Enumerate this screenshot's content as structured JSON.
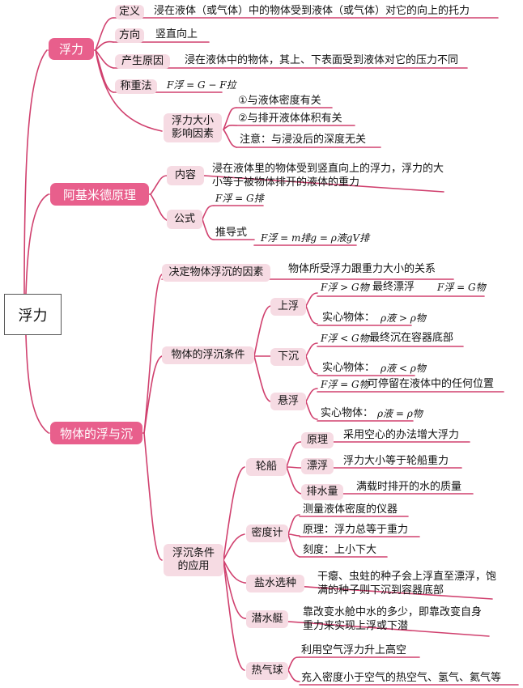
{
  "root": "浮力",
  "b1": {
    "title": "浮力",
    "def_label": "定义",
    "def_text": "浸在液体（或气体）中的物体受到液体（或气体）对它的向上的托力",
    "dir_label": "方向",
    "dir_text": "竖直向上",
    "cause_label": "产生原因",
    "cause_text": "浸在液体中的物体，其上、下表面受到液体对它的压力不同",
    "weigh_label": "称重法",
    "weigh_formula": "F浮 = G − F拉",
    "factor_label": "浮力大小影响因素",
    "factor_1": "①与液体密度有关",
    "factor_2": "②与排开液体体积有关",
    "factor_note": "注意：与浸没后的深度无关"
  },
  "b2": {
    "title": "阿基米德原理",
    "content_label": "内容",
    "content_text": "浸在液体里的物体受到竖直向上的浮力，浮力的大小等于被物体排开的液体的重力",
    "formula_label": "公式",
    "formula": "F浮 = G排",
    "derived_label": "推导式",
    "derived_formula": "F浮 = m排g = ρ液gV排"
  },
  "b3": {
    "title": "物体的浮与沉",
    "decide_label": "决定物体浮沉的因素",
    "decide_text": "物体所受浮力跟重力大小的关系",
    "cond_label": "物体的浮沉条件",
    "up_label": "上浮",
    "up_cond": "F浮 > G物",
    "up_final": "最终漂浮",
    "up_final_formula": "F浮 = G物",
    "up_solid": "实心物体：",
    "up_rho": "ρ液 > ρ物",
    "down_label": "下沉",
    "down_cond": "F浮 < G物",
    "down_final": "最终沉在容器底部",
    "down_solid": "实心物体：",
    "down_rho": "ρ液 < ρ物",
    "susp_label": "悬浮",
    "susp_cond": "F浮 = G物",
    "susp_final": "可停留在液体中的任何位置",
    "susp_solid": "实心物体：",
    "susp_rho": "ρ液 = ρ物",
    "app_label": "浮沉条件的应用",
    "ship_label": "轮船",
    "ship_principle_label": "原理",
    "ship_principle": "采用空心的办法增大浮力",
    "ship_float_label": "漂浮",
    "ship_float": "浮力大小等于轮船重力",
    "ship_disp_label": "排水量",
    "ship_disp": "满载时排开的水的质量",
    "hydro_label": "密度计",
    "hydro_1": "测量液体密度的仪器",
    "hydro_2": "原理：浮力总等于重力",
    "hydro_3": "刻度：上小下大",
    "salt_label": "盐水选种",
    "salt_text": "干瘪、虫蛀的种子会上浮直至漂浮，饱满的种子则下沉到容器底部",
    "sub_label": "潜水艇",
    "sub_text": "靠改变水舱中水的多少，即靠改变自身重力来实现上浮或下潜",
    "balloon_label": "热气球",
    "balloon_1": "利用空气浮力升上高空",
    "balloon_2": "充入密度小于空气的热空气、氢气、氦气等"
  },
  "colors": {
    "line": "#d0406e",
    "pill": "#e85f8c",
    "box": "#f6dbe3",
    "root_border": "#555555"
  }
}
